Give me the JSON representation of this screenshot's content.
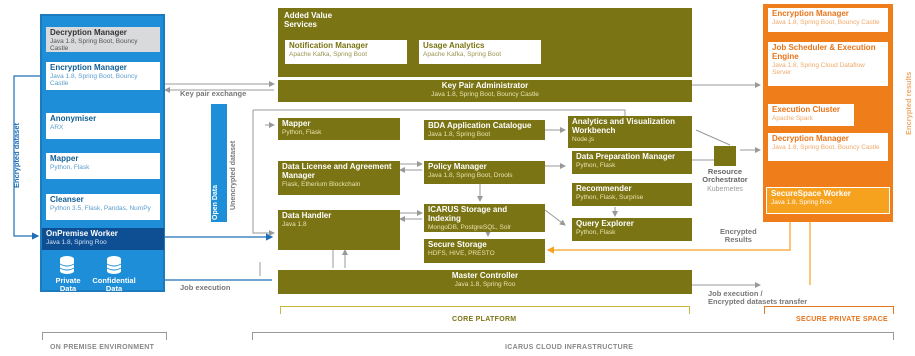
{
  "onprem": {
    "decryption": {
      "title": "Decryption Manager",
      "sub": "Java 1.8, Spring Boot, Bouncy Castle"
    },
    "encryption": {
      "title": "Encryption Manager",
      "sub": "Java 1.8, Spring Boot, Bouncy Castle"
    },
    "anonymiser": {
      "title": "Anonymiser",
      "sub": "ARX"
    },
    "mapper": {
      "title": "Mapper",
      "sub": "Python, Flask"
    },
    "cleanser": {
      "title": "Cleanser",
      "sub": "Python 3.5, Flask, Pandas, NumPy"
    },
    "worker": {
      "title": "OnPremise Worker",
      "sub": "Java 1.8, Spring Roo"
    },
    "private_data": "Private\nData",
    "confidential_data": "Confidential\nData",
    "encrypted_dataset": "Encrypted dataset",
    "section": "ON PREMISE ENVIRONMENT"
  },
  "core": {
    "added_value": {
      "title": "Added Value\nServices"
    },
    "notification": {
      "title": "Notification Manager",
      "sub": "Apache Kafka, Spring Boot"
    },
    "usage": {
      "title": "Usage Analytics",
      "sub": "Apache Kafka, Spring Boot"
    },
    "key_pair": {
      "title": "Key Pair Administrator",
      "sub": "Java 1.8, Spring Boot, Bouncy Castle"
    },
    "mapper": {
      "title": "Mapper",
      "sub": "Python, Flask"
    },
    "bda": {
      "title": "BDA Application Catalogue",
      "sub": "Java 1.8, Spring Boot"
    },
    "analytics": {
      "title": "Analytics and Visualization Workbench",
      "sub": "Node.js"
    },
    "license": {
      "title": "Data License and Agreement Manager",
      "sub": "Flask, Etherium Blockchain"
    },
    "policy": {
      "title": "Policy Manager",
      "sub": "Java 1.8, Spring Boot, Drools"
    },
    "prep": {
      "title": "Data Preparation Manager",
      "sub": "Python, Flask"
    },
    "recommender": {
      "title": "Recommender",
      "sub": "Python, Flask, Surprise"
    },
    "handler": {
      "title": "Data Handler",
      "sub": "Java 1.8"
    },
    "storage_idx": {
      "title": "ICARUS Storage and Indexing",
      "sub": "MongoDB, PostgreSQL, Solr"
    },
    "query": {
      "title": "Query Explorer",
      "sub": "Python, Flask"
    },
    "secure_storage": {
      "title": "Secure Storage",
      "sub": "HDFS, HIVE, PRESTO"
    },
    "master": {
      "title": "Master Controller",
      "sub": "Java 1.8, Spring Roo"
    },
    "resource": {
      "title": "Resource\nOrchestrator",
      "sub": "Kubernetes"
    },
    "section": "CORE PLATFORM",
    "cloud_section": "ICARUS CLOUD INFRASTRUCTURE"
  },
  "secure": {
    "encryption": {
      "title": "Encryption Manager",
      "sub": "Java 1.8, Spring Boot, Bouncy Castle"
    },
    "scheduler": {
      "title": "Job Scheduler & Execution Engine",
      "sub": "Java 1.8, Spring Cloud Dataflow Server"
    },
    "cluster": {
      "title": "Execution Cluster",
      "sub": "Apache Spark"
    },
    "decryption": {
      "title": "Decryption Manager",
      "sub": "Java 1.8, Spring Boot, Bouncy Castle"
    },
    "worker": {
      "title": "SecureSpace Worker",
      "sub": "Java 1.8, Spring Roo"
    },
    "encrypted_results": "Encrypted results",
    "section": "SECURE PRIVATE SPACE"
  },
  "labels": {
    "key_pair_exchange": "Key pair exchange",
    "open_data": "Open Data",
    "unencrypted_dataset": "Unencrypted dataset",
    "job_execution": "Job execution",
    "encrypted_results": "Encrypted\nResults",
    "job_transfer": "Job execution /\nEncrypted datasets transfer"
  },
  "colors": {
    "onprem": "#1e8ed8",
    "core": "#7a7414",
    "secure": "#ef7d1a",
    "worker": "#0e4f93",
    "secure_worker": "#f6a21f"
  }
}
